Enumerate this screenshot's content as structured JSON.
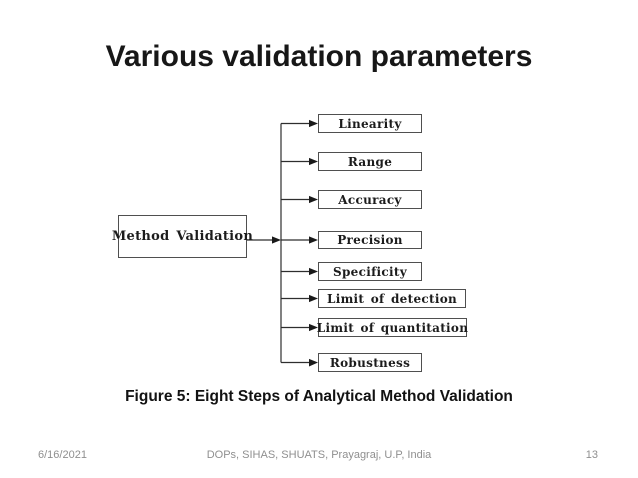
{
  "title": "Various validation parameters",
  "diagram": {
    "root": {
      "label": "Method Validation"
    },
    "branches": [
      {
        "label": "Linearity"
      },
      {
        "label": "Range"
      },
      {
        "label": "Accuracy"
      },
      {
        "label": "Precision"
      },
      {
        "label": "Specificity"
      },
      {
        "label": "Limit of detection"
      },
      {
        "label": "Limit of quantitation"
      },
      {
        "label": "Robustness"
      }
    ]
  },
  "caption": "Figure 5: Eight Steps of Analytical Method Validation",
  "footer": {
    "date": "6/16/2021",
    "center_text": "DOPs, SIHAS, SHUATS, Prayagraj, U.P, India",
    "page_number": "13"
  },
  "colors": {
    "background": "#ffffff",
    "title_text": "#171717",
    "diagram_border": "#4f4f4f",
    "diagram_text": "#1c1c1c",
    "connector": "#2e2e2e",
    "footer_text": "#8f8f8f"
  }
}
